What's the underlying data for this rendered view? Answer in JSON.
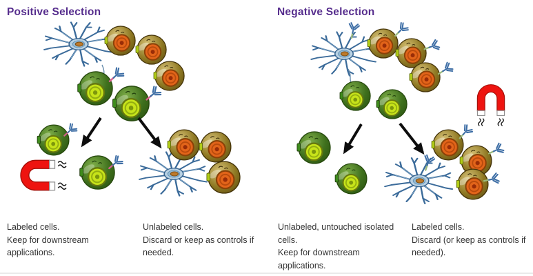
{
  "panels": [
    {
      "id": "positive",
      "title": "Positive Selection",
      "captions": [
        {
          "text": "Labeled cells.\nKeep for downstream\napplications."
        },
        {
          "text": "Unlabeled cells.\nDiscard or keep as controls if\nneeded."
        }
      ]
    },
    {
      "id": "negative",
      "title": "Negative Selection",
      "captions": [
        {
          "text": "Unlabeled, untouched isolated\ncells.\nKeep for downstream\napplications."
        },
        {
          "text": "Labeled cells.\nDiscard (or keep as controls if\nneeded)."
        }
      ]
    }
  ],
  "colors": {
    "title_purple": "#562d8d",
    "caption_text": "#333333",
    "magnet_red": "#ee1410",
    "antibody_blue": "#3f6fa6",
    "linker_pink": "#d8618f",
    "linker_green": "#9cb97c",
    "green_cell_body": "#3f701d",
    "green_cell_nucleus": "#c7e31a",
    "orange_cell_body": "#907a24",
    "orange_cell_nucleus": "#e2641a",
    "dendritic_cell_blue": "#3b6b9a",
    "arrow_black": "#0d0d0d",
    "divider_gray": "#eaeaea"
  },
  "icons": {
    "magnet": "horseshoe-magnet-icon",
    "antibody": "antibody-y-icon",
    "dendritic_cell": "dendritic-cell-icon",
    "green_cell": "green-cell-icon",
    "orange_cell": "orange-cell-icon",
    "arrow": "down-arrow-icon"
  }
}
